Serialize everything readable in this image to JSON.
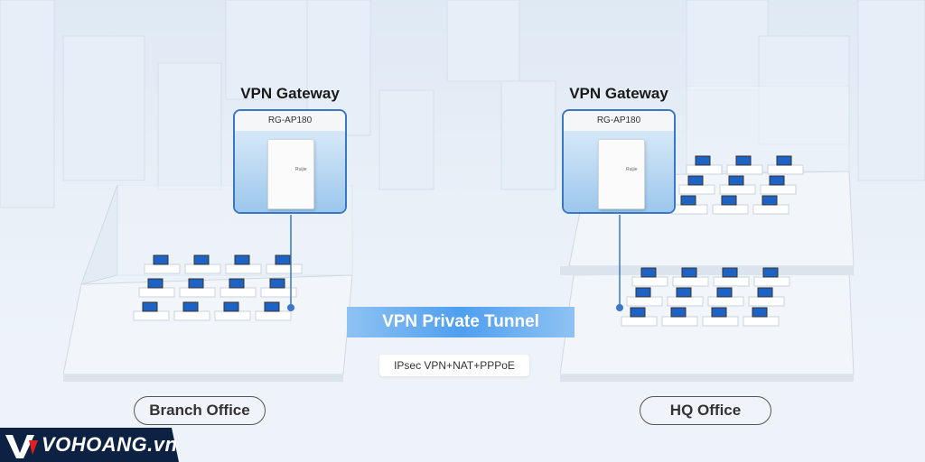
{
  "branch": {
    "gateway_title": "VPN Gateway",
    "model": "RG-AP180",
    "office_label": "Branch Office",
    "brand": "Ruijie"
  },
  "hq": {
    "gateway_title": "VPN Gateway",
    "model": "RG-AP180",
    "office_label": "HQ Office",
    "brand": "Ruijie"
  },
  "tunnel": {
    "label": "VPN Private Tunnel",
    "protocols": "IPsec VPN+NAT+PPPoE"
  },
  "watermark": {
    "text": "VOHOANG.vn"
  },
  "colors": {
    "accent": "#3a78c7",
    "tunnel": "#4f9ff0",
    "logo_bg": "#0d2242"
  }
}
